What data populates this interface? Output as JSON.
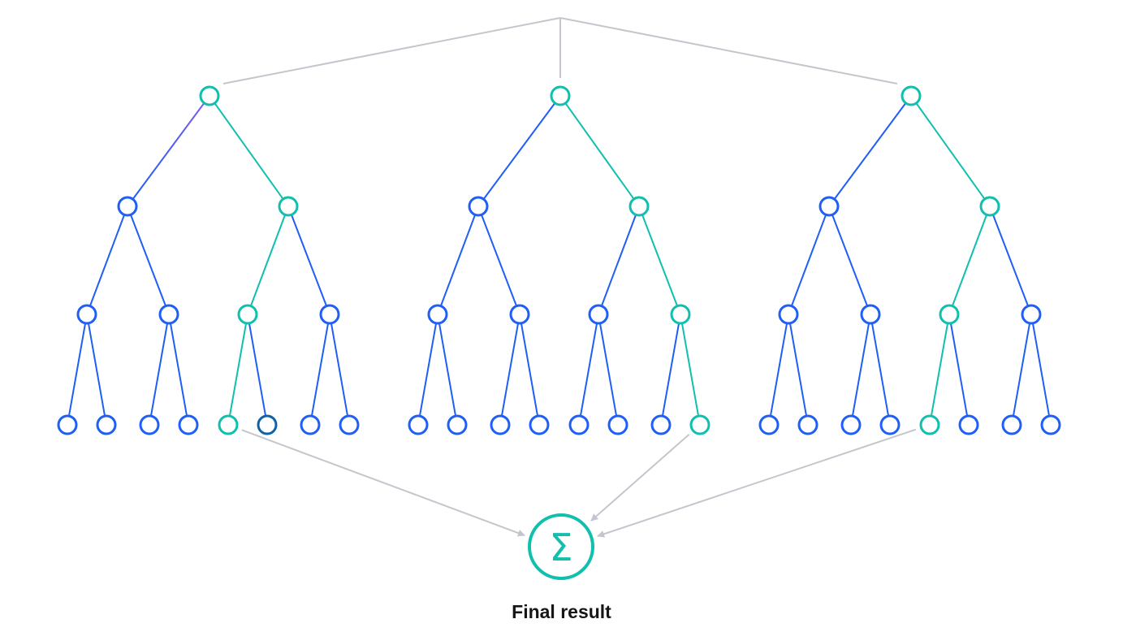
{
  "colors": {
    "blue": "#1f5ff5",
    "teal": "#10bfae",
    "dark_blue": "#0f62a8",
    "connector": "#c3c6cc",
    "purple": "#7a5cf0"
  },
  "trees": [
    {
      "name": "tree-1",
      "highlight_path": [
        "R",
        "L",
        "L"
      ],
      "leaf_variant": {
        "5": "dark_blue"
      },
      "first_edge_gradient": true
    },
    {
      "name": "tree-2",
      "highlight_path": [
        "R",
        "R",
        "R"
      ]
    },
    {
      "name": "tree-3",
      "highlight_path": [
        "R",
        "L",
        "L"
      ]
    }
  ],
  "aggregator": {
    "icon": "sigma-icon",
    "symbol": "Σ",
    "label": "Final result"
  }
}
